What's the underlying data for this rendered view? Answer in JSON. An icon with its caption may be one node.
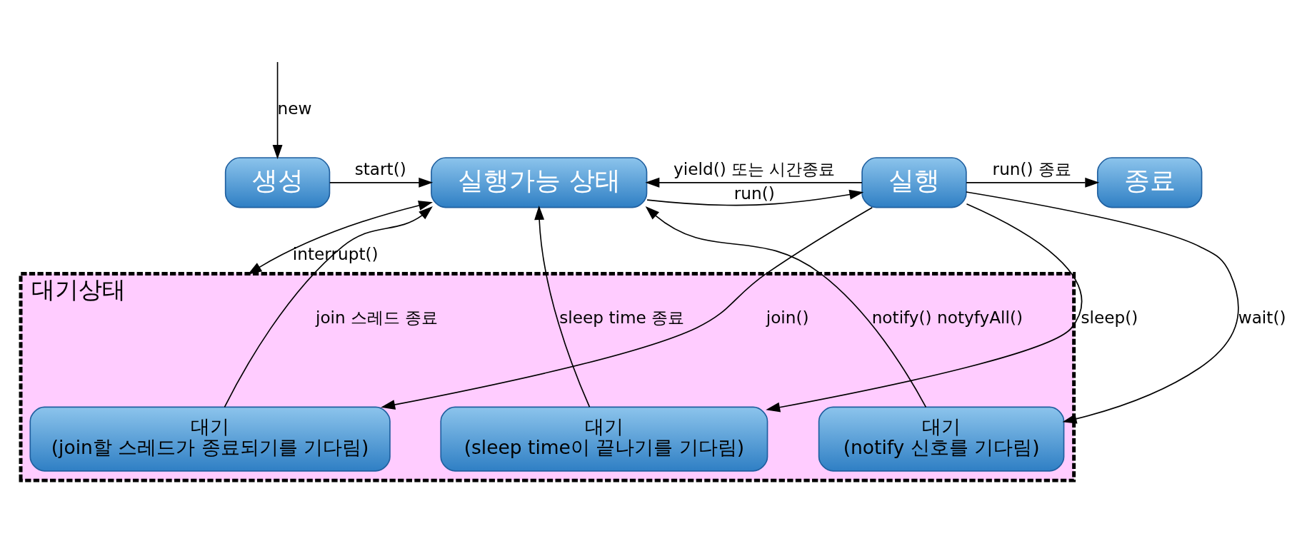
{
  "diagram": {
    "nodes": [
      {
        "text": [
          "생성"
        ]
      },
      {
        "text": [
          "실행가능 상태"
        ]
      },
      {
        "text": [
          "실행"
        ]
      },
      {
        "text": [
          "종료"
        ]
      },
      {
        "text": [
          "대기상태"
        ]
      },
      {
        "text": [
          "대기",
          "(join할 스레드가 종료되기를 기다림)"
        ],
        "in": 4
      },
      {
        "text": [
          "대기",
          "(sleep time이 끝나기를 기다림)"
        ],
        "in": 4
      },
      {
        "text": [
          "대기",
          "(notify 신호를 기다림)"
        ],
        "in": 4
      }
    ],
    "edges": [
      {
        "from": null,
        "to": 0,
        "arrow": "to",
        "label": "new"
      },
      {
        "from": 0,
        "to": 1,
        "arrow": "to",
        "label": "start()"
      },
      {
        "from": 1,
        "to": 2,
        "arrow": "to",
        "label": "run()"
      },
      {
        "from": 2,
        "to": 1,
        "arrow": "to",
        "label": "yield() 또는 시간종료"
      },
      {
        "from": 2,
        "to": 3,
        "arrow": "to",
        "label": "run() 종료"
      },
      {
        "from": 1,
        "to": 4,
        "arrow": "both",
        "label": "interrupt()"
      },
      {
        "from": 2,
        "to": 5,
        "arrow": "to",
        "label": "join()"
      },
      {
        "from": 2,
        "to": 6,
        "arrow": "to",
        "label": "sleep()"
      },
      {
        "from": 2,
        "to": 7,
        "arrow": "to",
        "label": "wait()"
      },
      {
        "from": 5,
        "to": 1,
        "arrow": "to",
        "label": "join 스레드 종료"
      },
      {
        "from": 6,
        "to": 1,
        "arrow": "to",
        "label": "sleep time 종료"
      },
      {
        "from": 7,
        "to": 1,
        "arrow": "to",
        "label": "notify() notyfyAll()"
      }
    ]
  }
}
